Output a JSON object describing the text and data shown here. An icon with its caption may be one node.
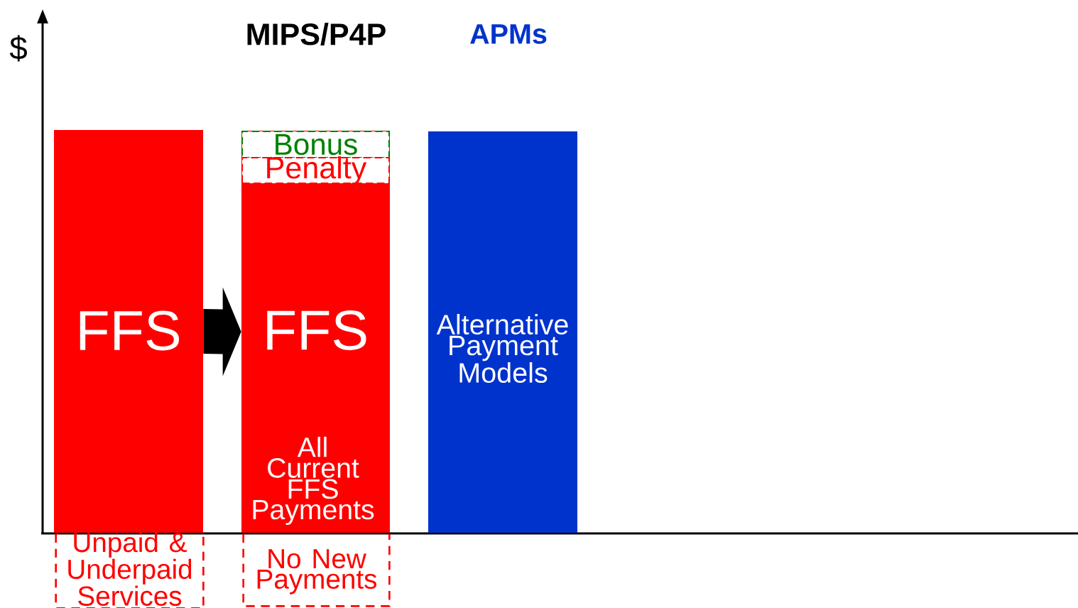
{
  "diagram": {
    "nodes": [
      {
        "text": [
          "FFS"
        ]
      },
      {
        "text": [
          "FFS",
          "All Current FFS Payments"
        ]
      },
      {
        "text": [
          "Bonus"
        ],
        "in": 1
      },
      {
        "text": [
          "Penalty"
        ],
        "in": 1
      },
      {
        "text": [
          "Alternative Payment Models"
        ]
      },
      {
        "text": [
          "Unpaid & Underpaid Services"
        ]
      },
      {
        "text": [
          "No New Payments"
        ]
      }
    ],
    "edges": [
      {
        "from": 0,
        "to": 1,
        "arrow": "to",
        "style": "thick"
      }
    ],
    "labels": [
      "$",
      "MIPS/P4P",
      "APMs"
    ]
  }
}
